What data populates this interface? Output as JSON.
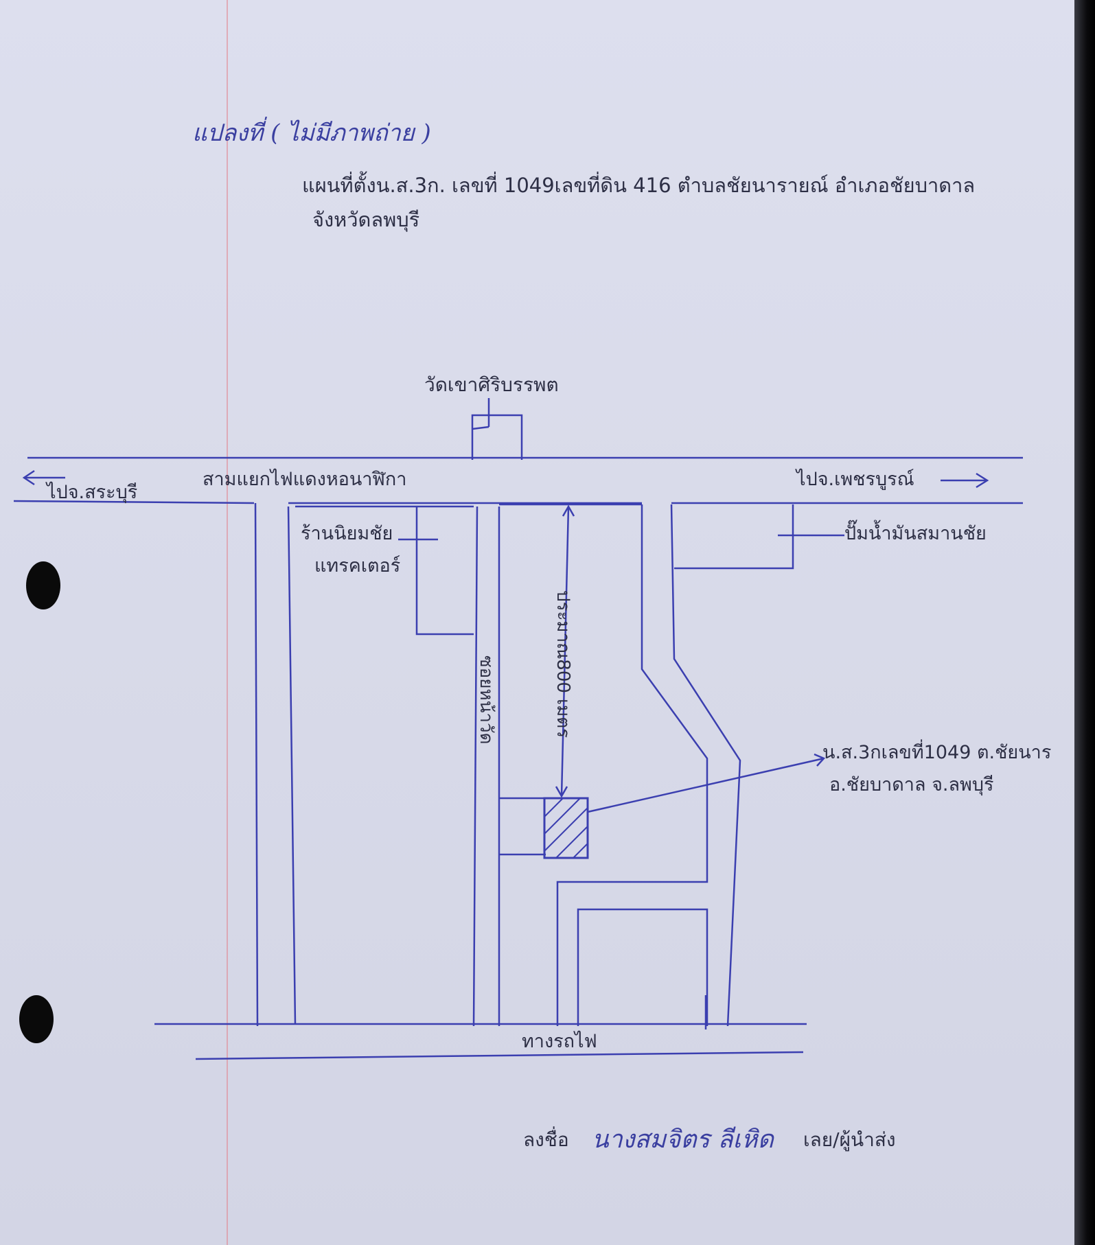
{
  "document": {
    "handwritten_header": "แปลงที่ ( ไม่มีภาพถ่าย )",
    "title_line1": "แผนที่ตั้งน.ส.3ก. เลขที่ 1049เลขที่ดิน 416 ตำบลชัยนารายณ์ อำเภอชัยบาดาล",
    "title_line2": "จังหวัดลพบุรี"
  },
  "map": {
    "landmark_temple": "วัดเขาศิริบรรพต",
    "road_intersection": "สามแยกไฟแดงหอนาฬิกา",
    "direction_left": "ไปจ.สระบุรี",
    "direction_right": "ไปจ.เพชรบูรณ์",
    "shop_line1": "ร้านนิยมชัย",
    "shop_line2": "แทรคเตอร์",
    "gas_station": "ปั๊มน้ำมันสมานชัย",
    "side_street": "ซอยหน้าวัด",
    "distance": "ประมาณ800 เมตร",
    "parcel_line1": "น.ส.3กเลขที่1049 ต.ชัยนาร",
    "parcel_line2": "อ.ชัยบาดาล จ.ลพบุรี",
    "railway": "ทางรถไฟ"
  },
  "signature": {
    "label": "ลงชื่อ",
    "name": "นางสมจิตร ลีเหิด",
    "role": "เลย/ผู้นำส่ง"
  },
  "colors": {
    "ink": "#3b3fb0",
    "paper": "#dddfee"
  }
}
